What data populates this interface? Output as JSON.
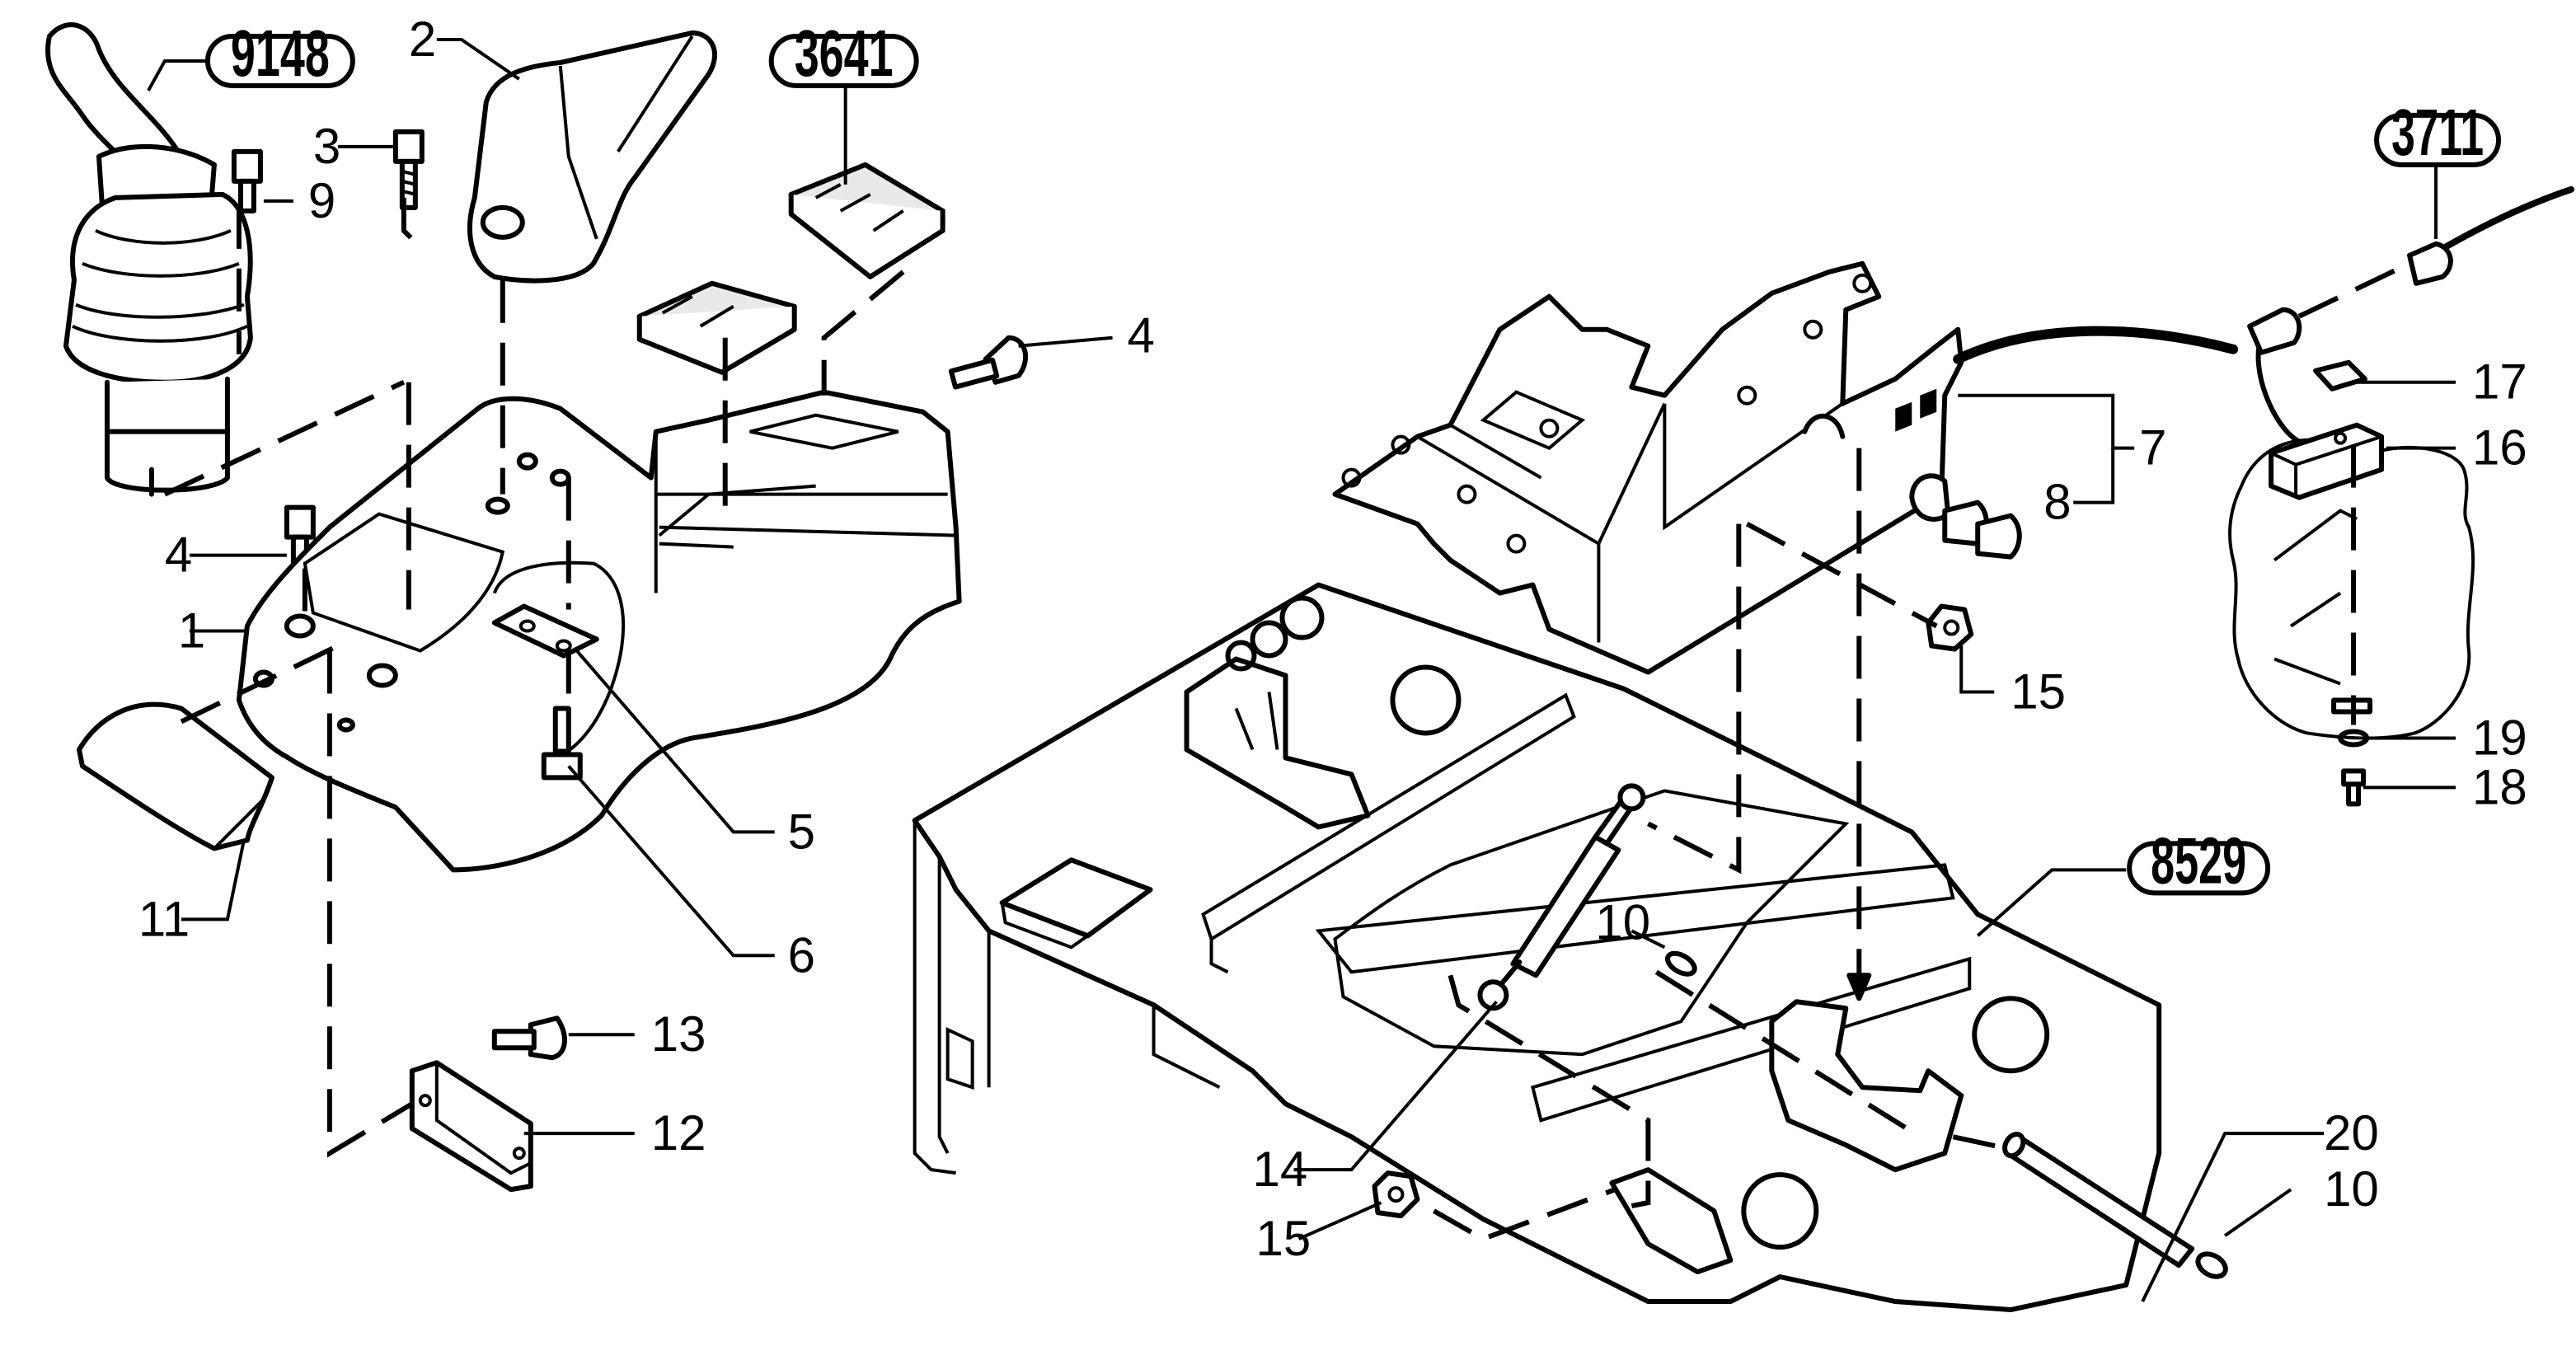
{
  "diagram": {
    "reference_labels": [
      "9148",
      "3641",
      "3711",
      "8529"
    ],
    "part_labels": [
      "1",
      "2",
      "3",
      "4",
      "4",
      "5",
      "6",
      "7",
      "8",
      "9",
      "10",
      "10",
      "11",
      "12",
      "13",
      "14",
      "15",
      "15",
      "16",
      "17",
      "18",
      "19",
      "20"
    ]
  }
}
